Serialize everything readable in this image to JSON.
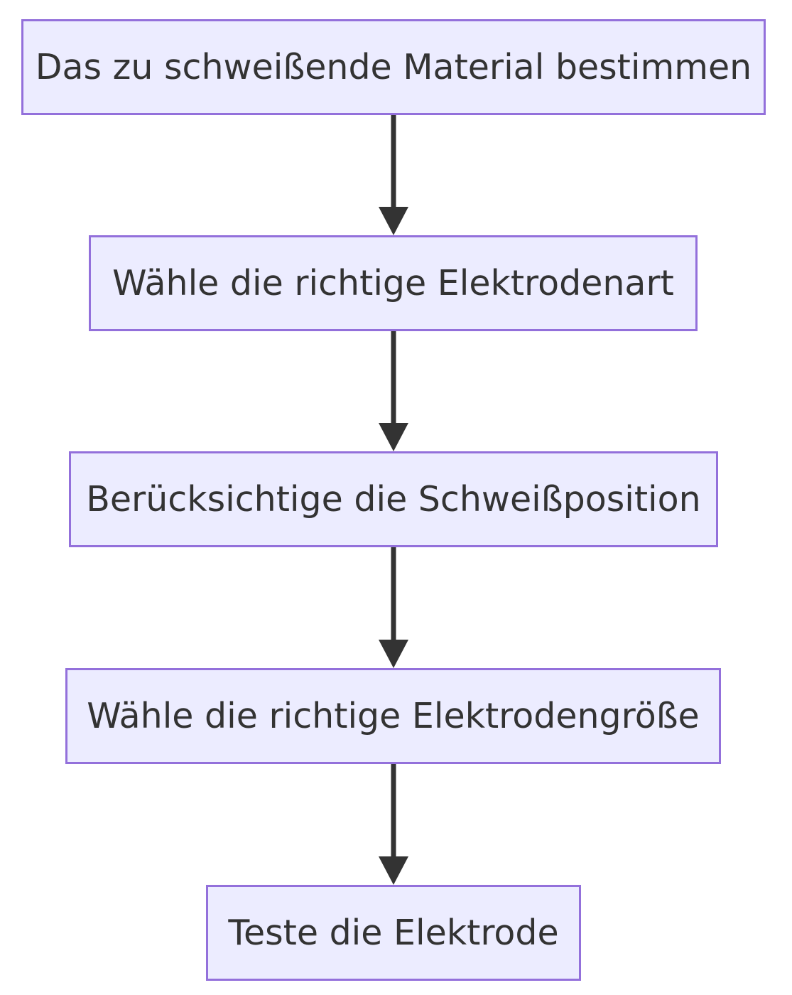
{
  "diagram": {
    "nodes": [
      {
        "id": "n1",
        "label": "Das zu schweißende Material bestimmen"
      },
      {
        "id": "n2",
        "label": "Wähle die richtige Elektrodenart"
      },
      {
        "id": "n3",
        "label": "Berücksichtige die Schweißposition"
      },
      {
        "id": "n4",
        "label": "Wähle die richtige Elektrodengröße"
      },
      {
        "id": "n5",
        "label": "Teste die Elektrode"
      }
    ],
    "edges": [
      {
        "from": "n1",
        "to": "n2"
      },
      {
        "from": "n2",
        "to": "n3"
      },
      {
        "from": "n3",
        "to": "n4"
      },
      {
        "from": "n4",
        "to": "n5"
      }
    ],
    "colors": {
      "node_fill": "#ececff",
      "node_border": "#9370db",
      "text": "#333333",
      "edge": "#333333"
    }
  }
}
